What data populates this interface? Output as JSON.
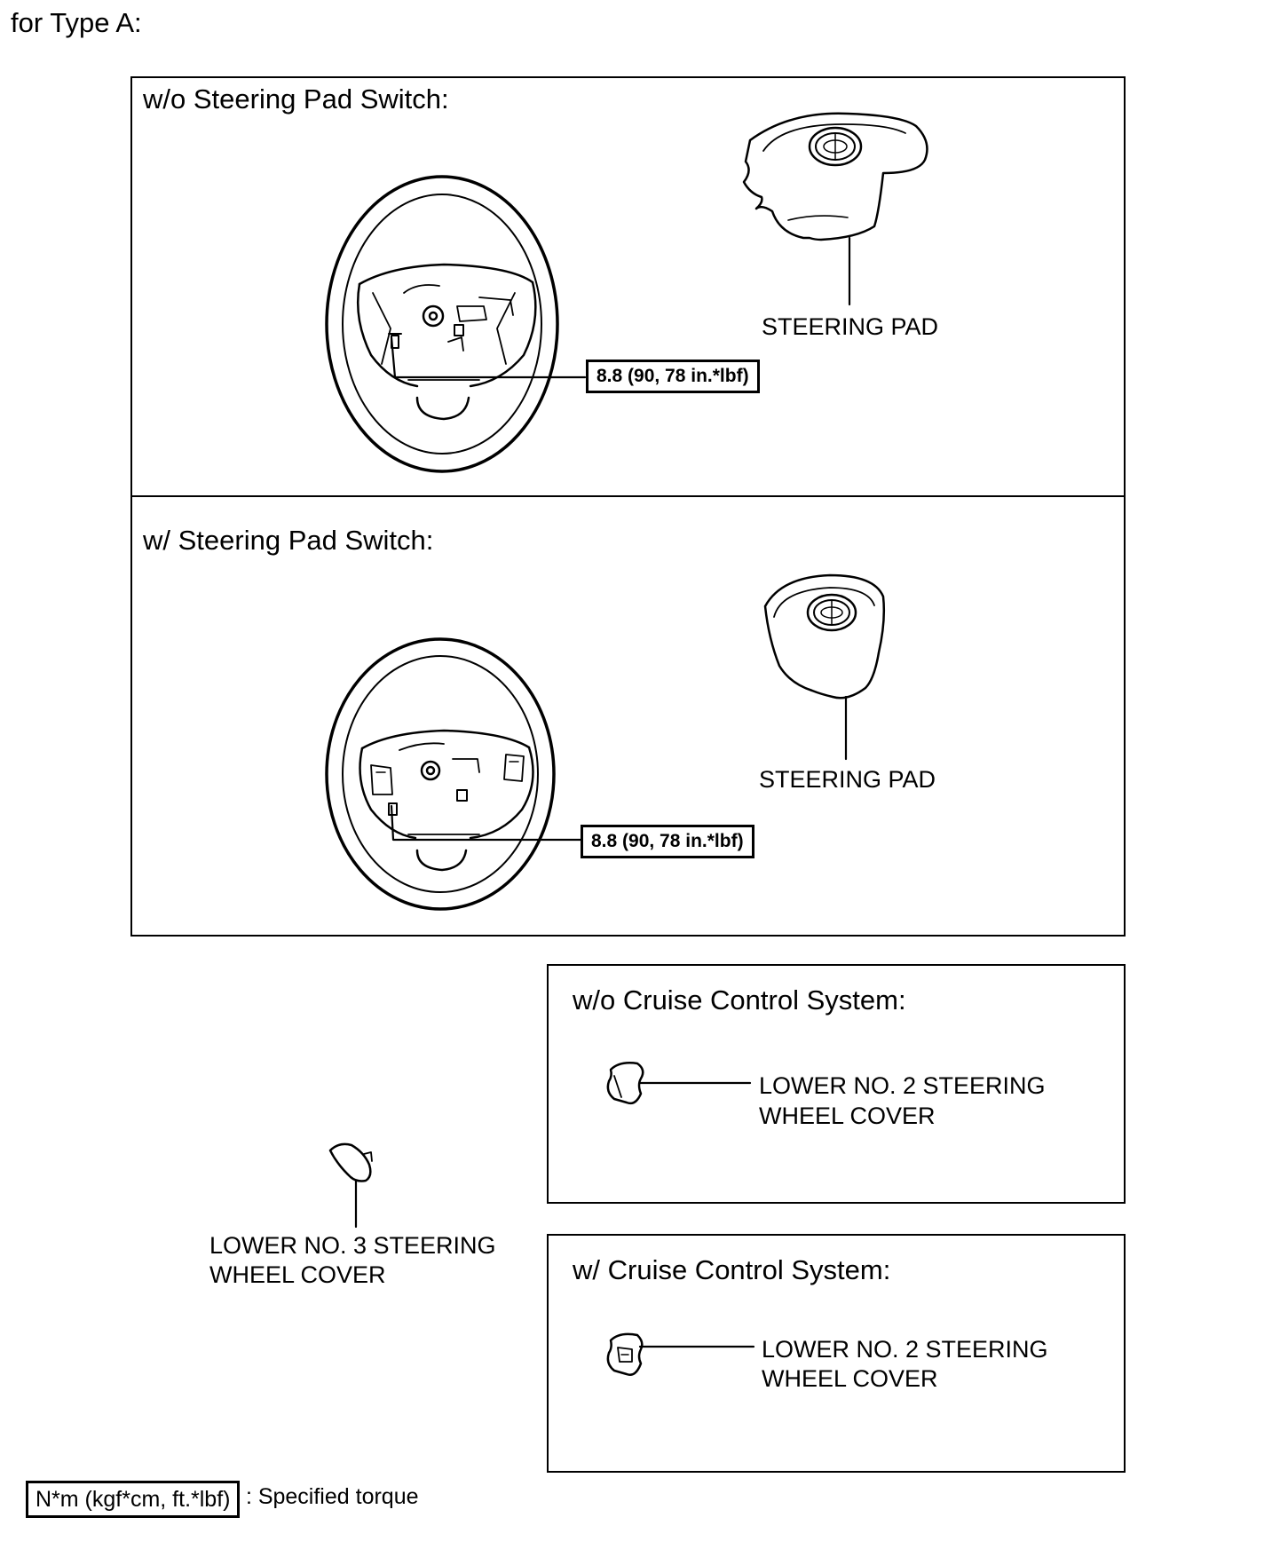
{
  "page_title": "for Type A:",
  "panels": {
    "without_pad_switch": {
      "heading": "w/o Steering Pad Switch:",
      "part_label": "STEERING PAD",
      "torque": "8.8 (90, 78 in.*lbf)"
    },
    "with_pad_switch": {
      "heading": "w/ Steering Pad Switch:",
      "part_label": "STEERING PAD",
      "torque": "8.8 (90, 78 in.*lbf)"
    },
    "without_cruise": {
      "heading": "w/o Cruise Control System:",
      "part_label_line1": "LOWER NO. 2 STEERING",
      "part_label_line2": "WHEEL COVER"
    },
    "with_cruise": {
      "heading": "w/ Cruise Control System:",
      "part_label_line1": "LOWER NO. 2 STEERING",
      "part_label_line2": "WHEEL COVER"
    }
  },
  "standalone_part": {
    "label_line1": "LOWER NO. 3 STEERING",
    "label_line2": "WHEEL COVER"
  },
  "legend": {
    "box_text": "N*m (kgf*cm, ft.*lbf)",
    "description": ": Specified torque"
  }
}
